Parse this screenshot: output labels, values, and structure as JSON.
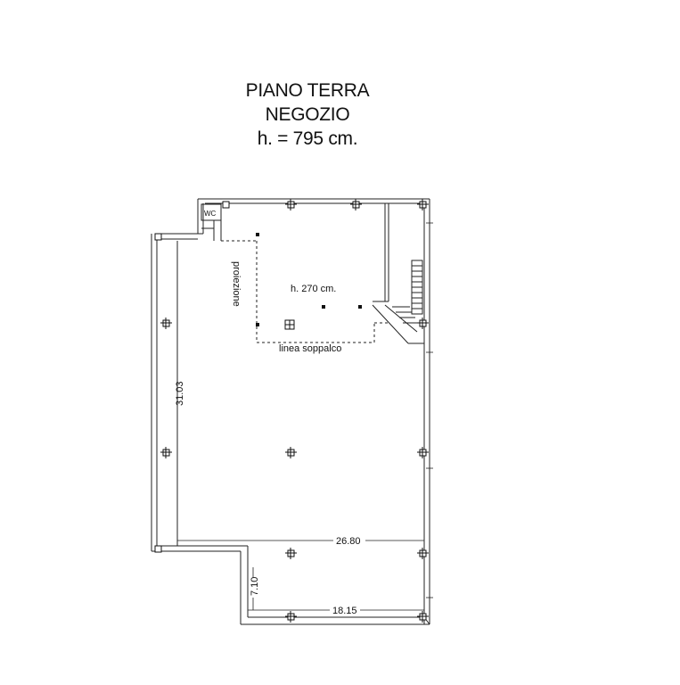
{
  "header": {
    "floor": "PIANO TERRA",
    "use": "NEGOZIO",
    "height": "h. = 795 cm."
  },
  "plan": {
    "wc_label": "WC",
    "mezzanine_height": "h. 270 cm.",
    "projection_label": "proiezione",
    "mezzanine_line_label": "linea soppalco",
    "dimensions": {
      "left_height": "31.03",
      "main_width": "26.80",
      "lower_height": "7.10",
      "lower_width": "18.15"
    }
  }
}
